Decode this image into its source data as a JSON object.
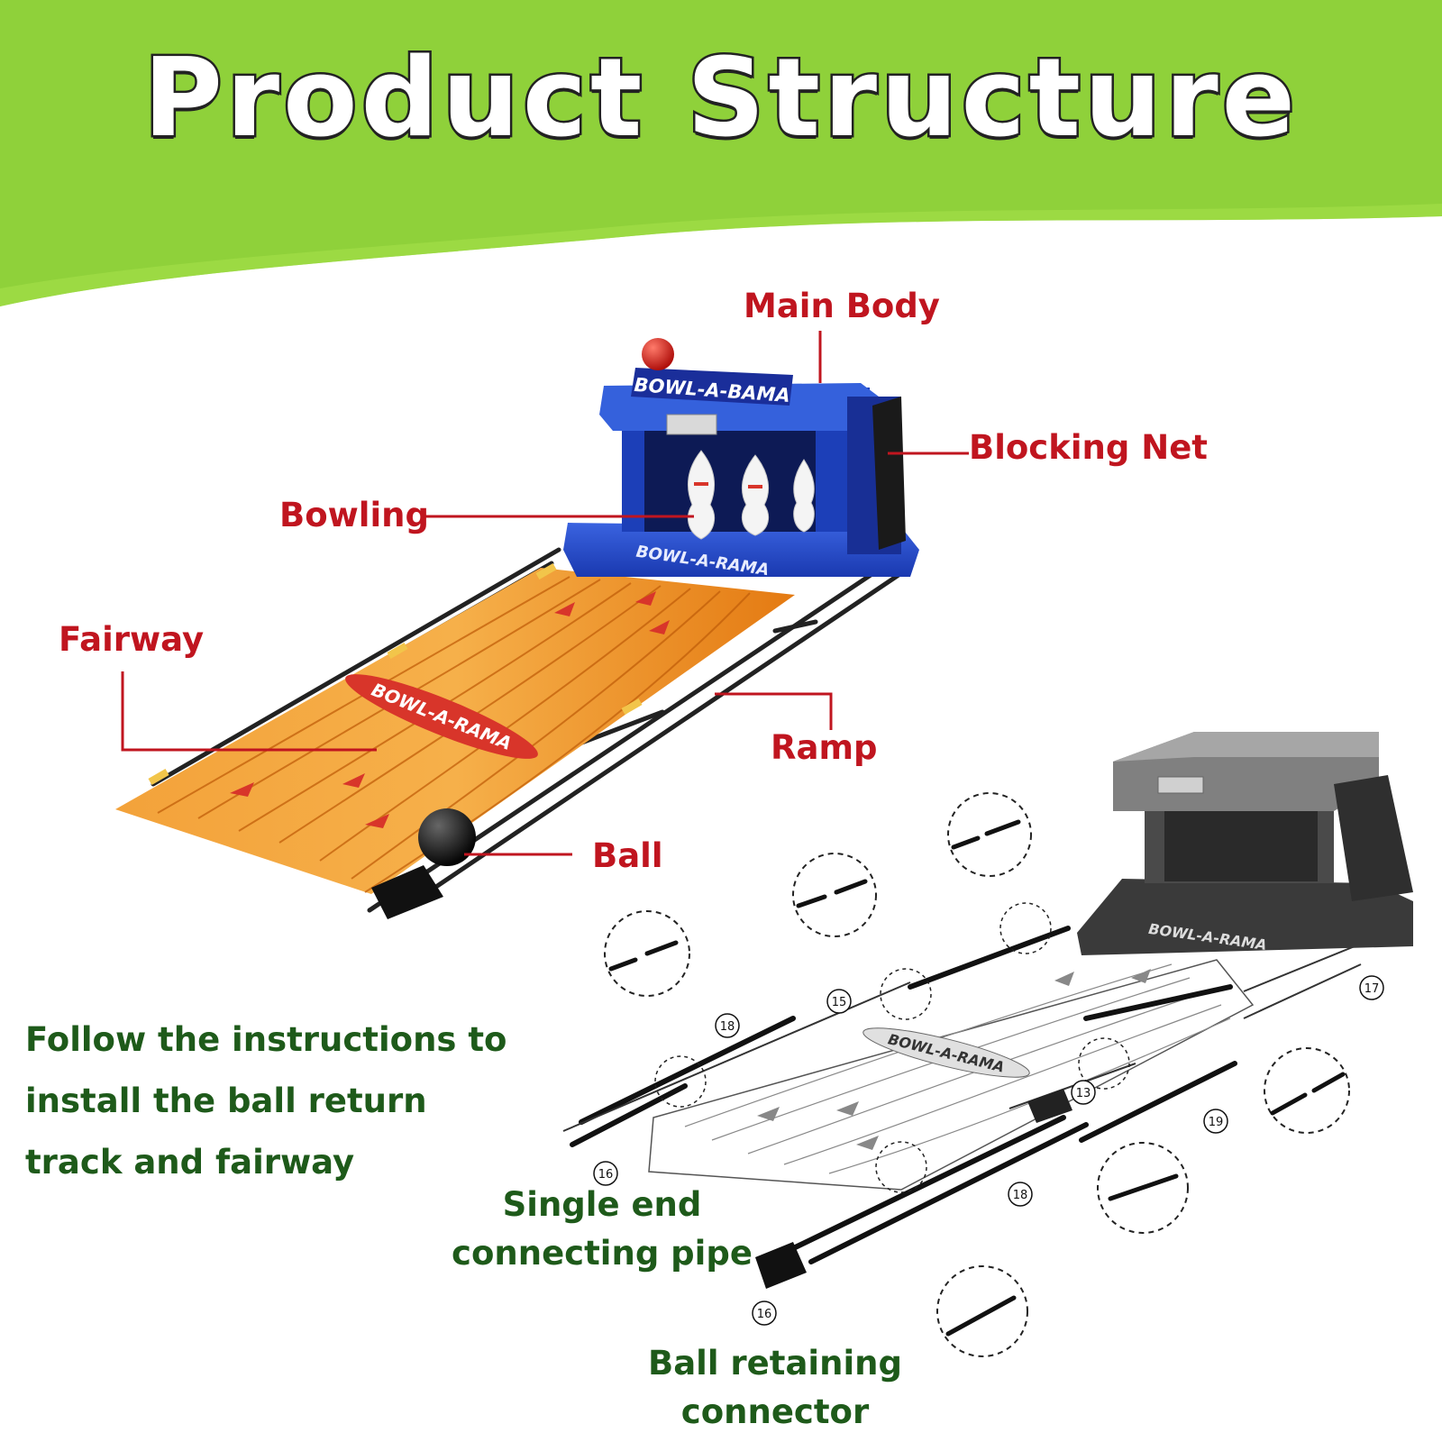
{
  "title": "Product Structure",
  "logo": {
    "main_body": "BOWL-A-BAMA",
    "fairway": "BOWL-A-RAMA"
  },
  "labels": {
    "main_body": "Main Body",
    "blocking_net": "Blocking Net",
    "bowling": "Bowling",
    "fairway": "Fairway",
    "ramp": "Ramp",
    "ball": "Ball"
  },
  "instructions": [
    "Follow the instructions to",
    "install the ball return",
    "track and fairway"
  ],
  "bottom_labels": {
    "single_end_pipe": [
      "Single end",
      "connecting pipe"
    ],
    "ball_retaining_connector": [
      "Ball retaining",
      "connector"
    ]
  },
  "part_numbers": [
    "18",
    "15",
    "17",
    "13",
    "19",
    "16",
    "18",
    "16"
  ],
  "colors": {
    "header_green": "#8fd13a",
    "label_red": "#c0151f",
    "label_green": "#1e5a1a",
    "body_blue": "#1f46c8",
    "lane_orange": "#f08a1a",
    "exploded_gray": "#3a3a3a"
  }
}
